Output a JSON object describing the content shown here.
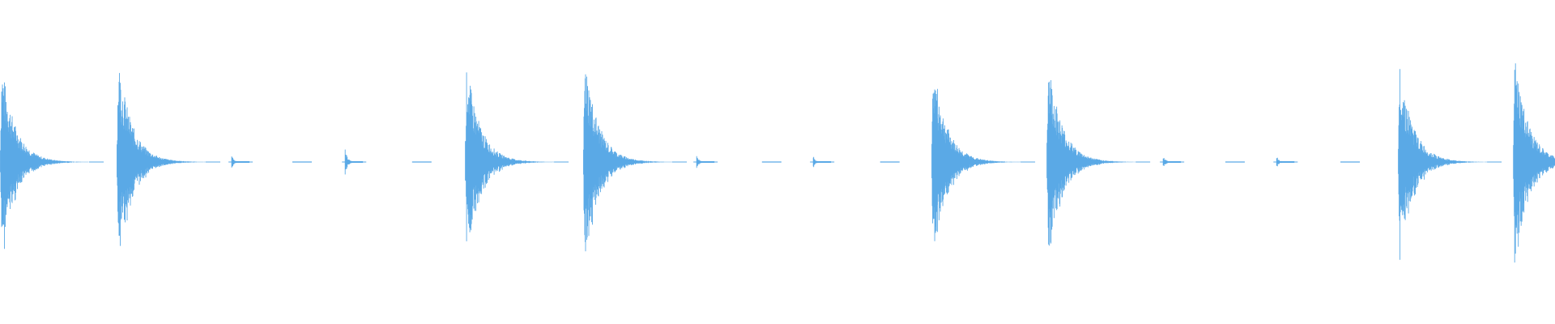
{
  "waveform": {
    "color": "#5aa9e6",
    "background": "#ffffff",
    "events": [
      {
        "time": 0.0,
        "peak": 0.95,
        "kind": "hit"
      },
      {
        "time": 0.075,
        "peak": 1.0,
        "kind": "hit"
      },
      {
        "time": 0.149,
        "peak": 0.1,
        "kind": "tick"
      },
      {
        "time": 0.188,
        "peak": 0.01,
        "kind": "blip"
      },
      {
        "time": 0.222,
        "peak": 0.2,
        "kind": "tick"
      },
      {
        "time": 0.265,
        "peak": 0.01,
        "kind": "blip"
      },
      {
        "time": 0.299,
        "peak": 0.95,
        "kind": "hit"
      },
      {
        "time": 0.375,
        "peak": 1.0,
        "kind": "hit"
      },
      {
        "time": 0.448,
        "peak": 0.1,
        "kind": "tick"
      },
      {
        "time": 0.49,
        "peak": 0.01,
        "kind": "blip"
      },
      {
        "time": 0.523,
        "peak": 0.1,
        "kind": "tick"
      },
      {
        "time": 0.566,
        "peak": 0.01,
        "kind": "blip"
      },
      {
        "time": 0.599,
        "peak": 0.95,
        "kind": "hit"
      },
      {
        "time": 0.673,
        "peak": 1.0,
        "kind": "hit"
      },
      {
        "time": 0.748,
        "peak": 0.1,
        "kind": "tick"
      },
      {
        "time": 0.788,
        "peak": 0.01,
        "kind": "blip"
      },
      {
        "time": 0.821,
        "peak": 0.1,
        "kind": "tick"
      },
      {
        "time": 0.862,
        "peak": 0.01,
        "kind": "blip"
      },
      {
        "time": 0.899,
        "peak": 0.95,
        "kind": "hit"
      },
      {
        "time": 0.973,
        "peak": 1.0,
        "kind": "hit"
      }
    ]
  }
}
